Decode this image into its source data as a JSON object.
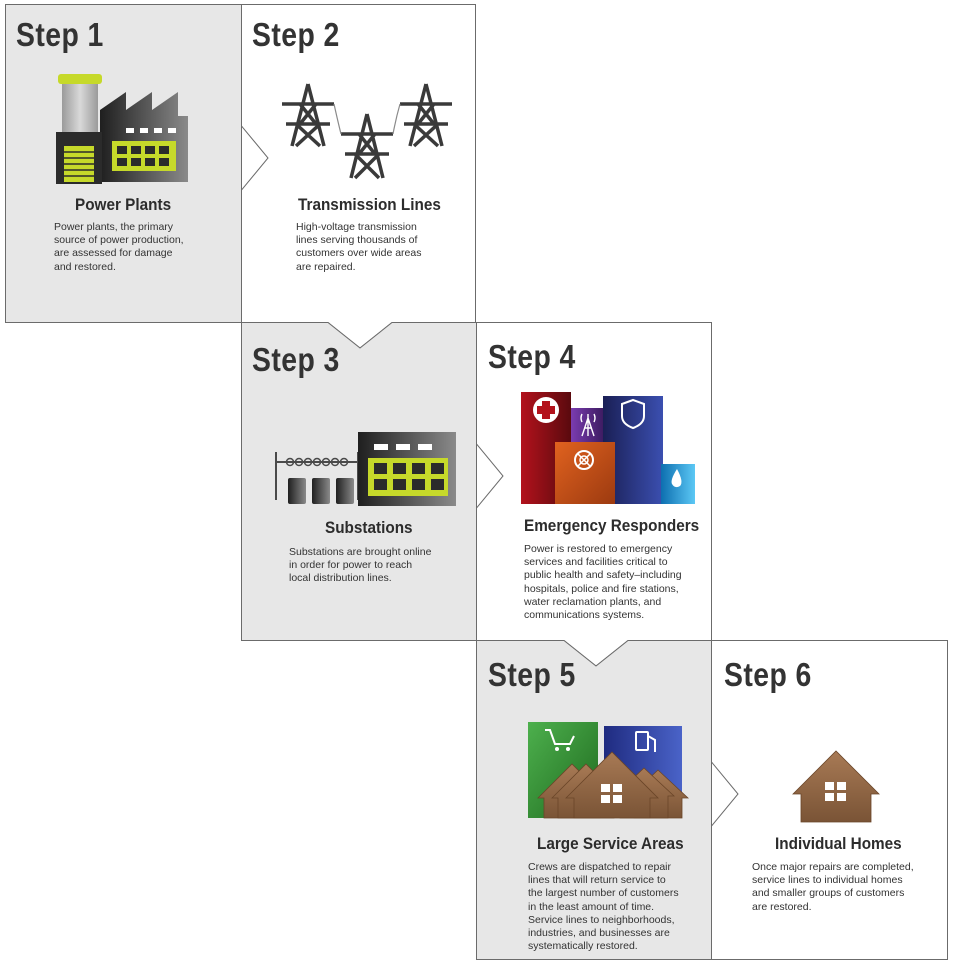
{
  "colors": {
    "panel_gray": "#e7e7e7",
    "panel_white": "#ffffff",
    "border": "#6b6b6b",
    "lime": "#c6d92a",
    "dark_building": "#3a3a3a",
    "emergency_red": "#8e0f16",
    "emergency_orange": "#d4551a",
    "emergency_purple": "#5b2a86",
    "emergency_navy": "#1d2a6b",
    "water_blue": "#2fa6e0",
    "grocery_green": "#3a9a3a",
    "fuel_blue": "#2a3f9a",
    "house_brown": "#8b6344"
  },
  "steps": [
    {
      "label": "Step 1",
      "title": "Power Plants",
      "description": "Power plants, the primary\nsource of power production,\nare assessed for damage\nand restored.",
      "icon": "power-plant-icon"
    },
    {
      "label": "Step 2",
      "title": "Transmission Lines",
      "description": "High-voltage transmission\nlines serving thousands of\ncustomers over wide areas\nare repaired.",
      "icon": "transmission-towers-icon"
    },
    {
      "label": "Step 3",
      "title": "Substations",
      "description": "Substations are brought online\nin order for power to reach\nlocal distribution lines.",
      "icon": "substation-icon"
    },
    {
      "label": "Step 4",
      "title": "Emergency Responders",
      "description": "Power is restored to emergency\nservices and facilities critical to\npublic health and safety–including\nhospitals, police and fire stations,\nwater reclamation plants, and\ncommunications systems.",
      "icon": "emergency-buildings-icon"
    },
    {
      "label": "Step 5",
      "title": "Large Service Areas",
      "description": "Crews are dispatched to repair\nlines that will return service to\nthe largest number of customers\nin the least amount of time.\nService lines to neighborhoods,\nindustries, and businesses are\nsystematically restored.",
      "icon": "neighborhood-icon"
    },
    {
      "label": "Step 6",
      "title": "Individual Homes",
      "description": "Once major repairs are completed,\nservice lines to individual homes\nand smaller groups of customers\nare restored.",
      "icon": "house-icon"
    }
  ]
}
